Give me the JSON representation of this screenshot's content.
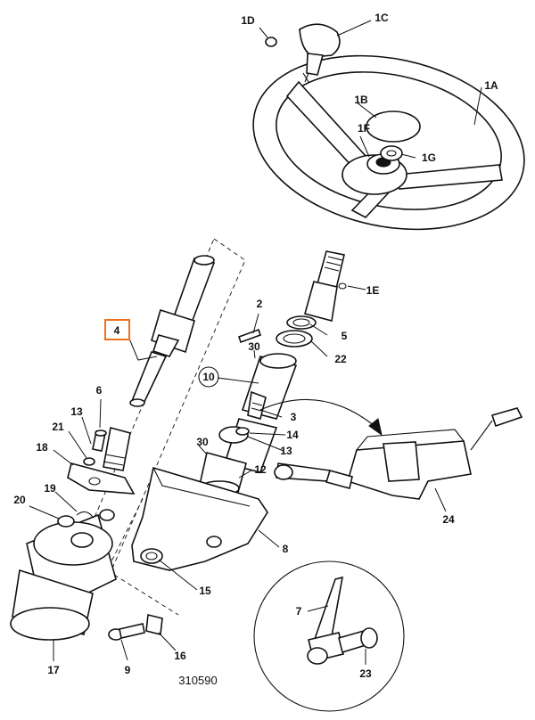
{
  "diagram": {
    "highlight_color": "#f07020",
    "figure_number": "310590",
    "labels": {
      "p1A": "1A",
      "p1B": "1B",
      "p1C": "1C",
      "p1D": "1D",
      "p1E": "1E",
      "p1F": "1F",
      "p1G": "1G",
      "p2": "2",
      "p3": "3",
      "p4": "4",
      "p5": "5",
      "p6": "6",
      "p7": "7",
      "p8": "8",
      "p9": "9",
      "p10": "10",
      "p12": "12",
      "p13a": "13",
      "p13b": "13",
      "p13c": "13",
      "p14": "14",
      "p15": "15",
      "p16": "16",
      "p17": "17",
      "p18": "18",
      "p19": "19",
      "p20": "20",
      "p21": "21",
      "p22": "22",
      "p23": "23",
      "p24": "24",
      "p30a": "30",
      "p30b": "30"
    }
  }
}
